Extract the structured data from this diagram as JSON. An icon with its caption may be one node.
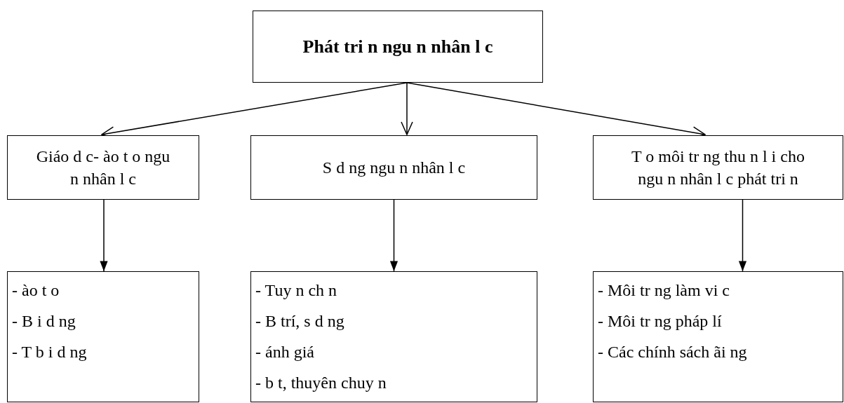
{
  "diagram": {
    "nodes": [
      {
        "text": [
          "Phát tri n ngu n nhân l c"
        ]
      },
      {
        "text": [
          "Giáo d c- ào t o ngu n nhân l c"
        ]
      },
      {
        "text": [
          "S d ng ngu n nhân l c"
        ]
      },
      {
        "text": [
          "T o môi tr ng thu n l i cho ngu n nhân l c phát tri n"
        ]
      },
      {
        "text": [
          "- ào t o",
          "- B i d ng",
          "- T b i d ng"
        ]
      },
      {
        "text": [
          "- Tuy n ch n",
          "- B trí, s d ng",
          "- ánh giá",
          "- b t, thuyên chuy n"
        ]
      },
      {
        "text": [
          "- Môi tr ng làm vi c",
          "- Môi tr ng pháp lí",
          "- Các chính sách ãi ng"
        ]
      }
    ],
    "edges": [
      {
        "from": 0,
        "to": 1,
        "arrow": "to"
      },
      {
        "from": 0,
        "to": 2,
        "arrow": "to"
      },
      {
        "from": 0,
        "to": 3,
        "arrow": "to"
      },
      {
        "from": 1,
        "to": 4,
        "arrow": "to"
      },
      {
        "from": 2,
        "to": 5,
        "arrow": "to"
      },
      {
        "from": 3,
        "to": 6,
        "arrow": "to"
      }
    ]
  }
}
